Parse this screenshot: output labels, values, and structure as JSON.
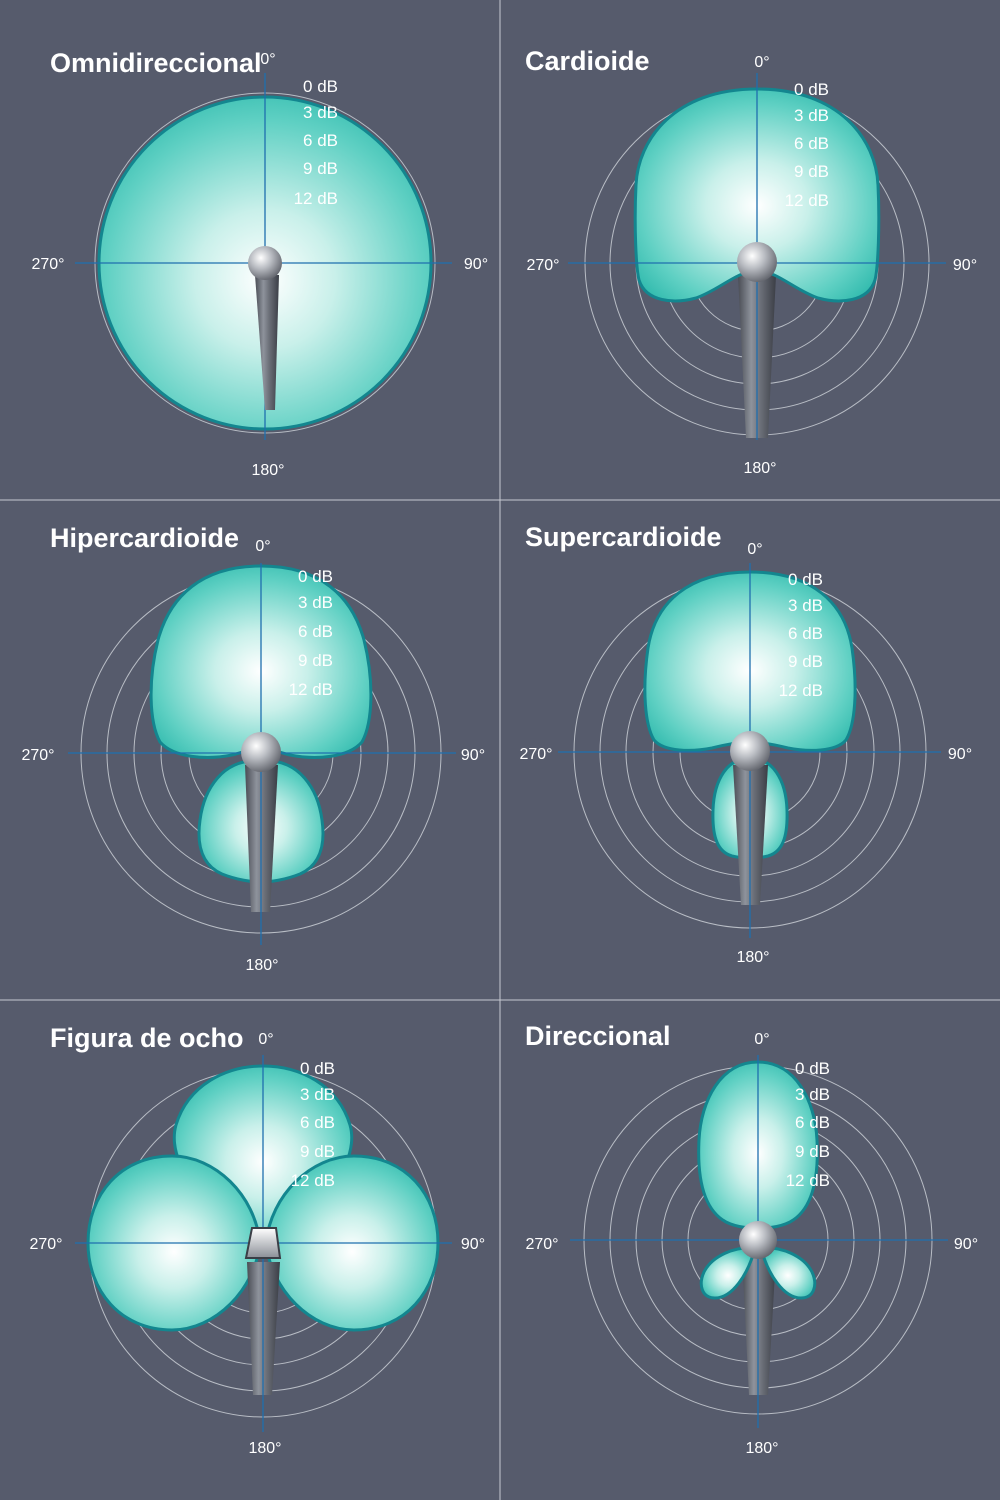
{
  "colors": {
    "background": "#565b6c",
    "lobe_fill": "#3fc6b9",
    "lobe_edge": "#13868f",
    "axis": "#1f6fae",
    "ring": "#d9dde3"
  },
  "panels": [
    {
      "id": "omni",
      "title": "Omnidireccional",
      "angles": {
        "top": "0°",
        "right": "90°",
        "bottom": "180°",
        "left": "270°"
      },
      "db_labels": [
        "0 dB",
        "3 dB",
        "6 dB",
        "9 dB",
        "12 dB"
      ],
      "pattern": "omnidirectional"
    },
    {
      "id": "cardioid",
      "title": "Cardioide",
      "angles": {
        "top": "0°",
        "right": "90°",
        "bottom": "180°",
        "left": "270°"
      },
      "db_labels": [
        "0 dB",
        "3 dB",
        "6 dB",
        "9 dB",
        "12 dB"
      ],
      "pattern": "cardioid"
    },
    {
      "id": "hyper",
      "title": "Hipercardioide",
      "angles": {
        "top": "0°",
        "right": "90°",
        "bottom": "180°",
        "left": "270°"
      },
      "db_labels": [
        "0 dB",
        "3 dB",
        "6 dB",
        "9 dB",
        "12 dB"
      ],
      "pattern": "hypercardioid"
    },
    {
      "id": "super",
      "title": "Supercardioide",
      "angles": {
        "top": "0°",
        "right": "90°",
        "bottom": "180°",
        "left": "270°"
      },
      "db_labels": [
        "0 dB",
        "3 dB",
        "6 dB",
        "9 dB",
        "12 dB"
      ],
      "pattern": "supercardioid"
    },
    {
      "id": "fig8",
      "title": "Figura de ocho",
      "angles": {
        "top": "0°",
        "right": "90°",
        "bottom": "180°",
        "left": "270°"
      },
      "db_labels": [
        "0 dB",
        "3 dB",
        "6 dB",
        "9 dB",
        "12 dB"
      ],
      "pattern": "figure-eight"
    },
    {
      "id": "shotgun",
      "title": "Direccional",
      "angles": {
        "top": "0°",
        "right": "90°",
        "bottom": "180°",
        "left": "270°"
      },
      "db_labels": [
        "0 dB",
        "3 dB",
        "6 dB",
        "9 dB",
        "12 dB"
      ],
      "pattern": "shotgun"
    }
  ]
}
